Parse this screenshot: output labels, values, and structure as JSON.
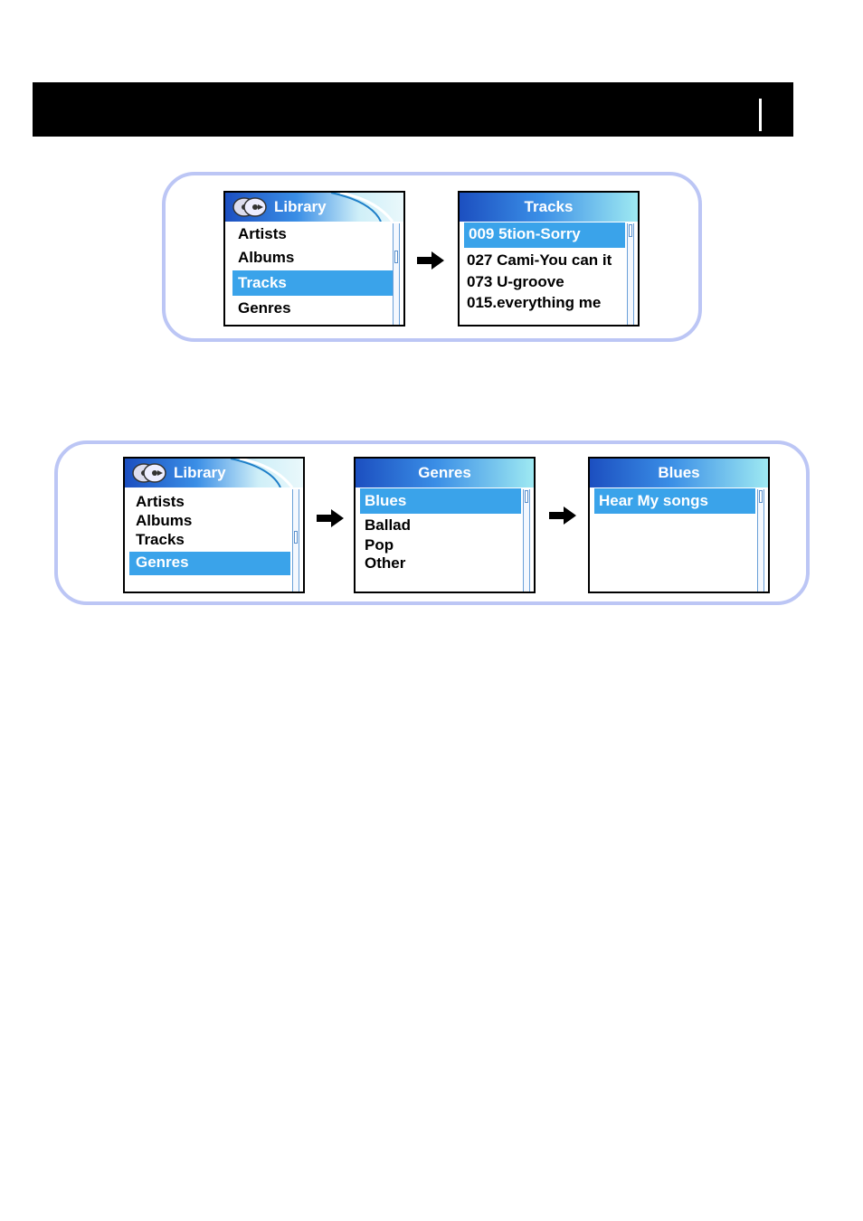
{
  "screen1": {
    "title": "Library",
    "items": [
      "Artists",
      "Albums",
      "Tracks",
      "Genres"
    ],
    "selected_index": 2
  },
  "screen2": {
    "title": "Tracks",
    "items": [
      "009 5tion-Sorry",
      "027 Cami-You can it",
      "073 U-groove",
      "015.everything me"
    ],
    "selected_index": 0
  },
  "screen3": {
    "title": "Library",
    "items": [
      "Artists",
      "Albums",
      "Tracks",
      "Genres"
    ],
    "selected_index": 3
  },
  "screen4": {
    "title": "Genres",
    "items": [
      "Blues",
      "Ballad",
      "Pop",
      "Other"
    ],
    "selected_index": 0
  },
  "screen5": {
    "title": "Blues",
    "items": [
      "Hear My songs"
    ],
    "selected_index": 0
  },
  "colors": {
    "highlight": "#3aa3ea",
    "panel_border": "#bcc6f5",
    "header_bar": "#000000"
  },
  "icons": {
    "library": "disc-icon",
    "navigation": "arrow-right-icon"
  }
}
